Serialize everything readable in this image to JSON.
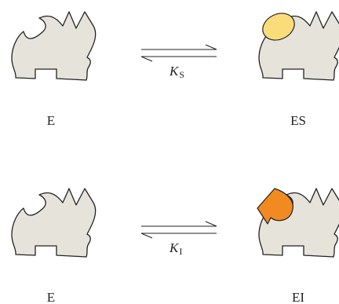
{
  "diagram": {
    "colors": {
      "enzyme_fill": "#e6e3db",
      "outline": "#222222",
      "substrate_fill": "#fbdc7b",
      "inhibitor_fill": "#f28a22"
    },
    "reactions": [
      {
        "left_label": "E",
        "right_label": "ES",
        "constant_main": "K",
        "constant_sub": "S",
        "ligand": "substrate"
      },
      {
        "left_label": "E",
        "right_label": "EI",
        "constant_main": "K",
        "constant_sub": "I",
        "ligand": "inhibitor"
      }
    ]
  }
}
